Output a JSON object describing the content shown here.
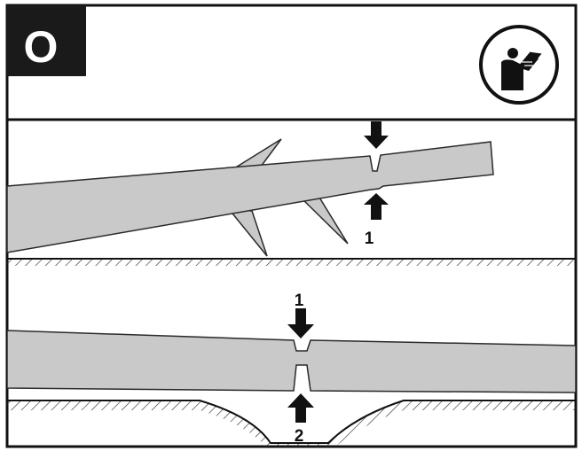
{
  "header": {
    "section_letter": "O",
    "manual_icon": "read-manual-icon"
  },
  "panel_top": {
    "cut_label": "1"
  },
  "panel_bottom": {
    "cut_label_top": "1",
    "cut_label_bottom": "2"
  },
  "colors": {
    "frame": "#111111",
    "badge": "#1a1a1a",
    "log": "#c9c9c9",
    "log_outline": "#2a2a2a",
    "arrow": "#111111",
    "background": "#ffffff"
  }
}
